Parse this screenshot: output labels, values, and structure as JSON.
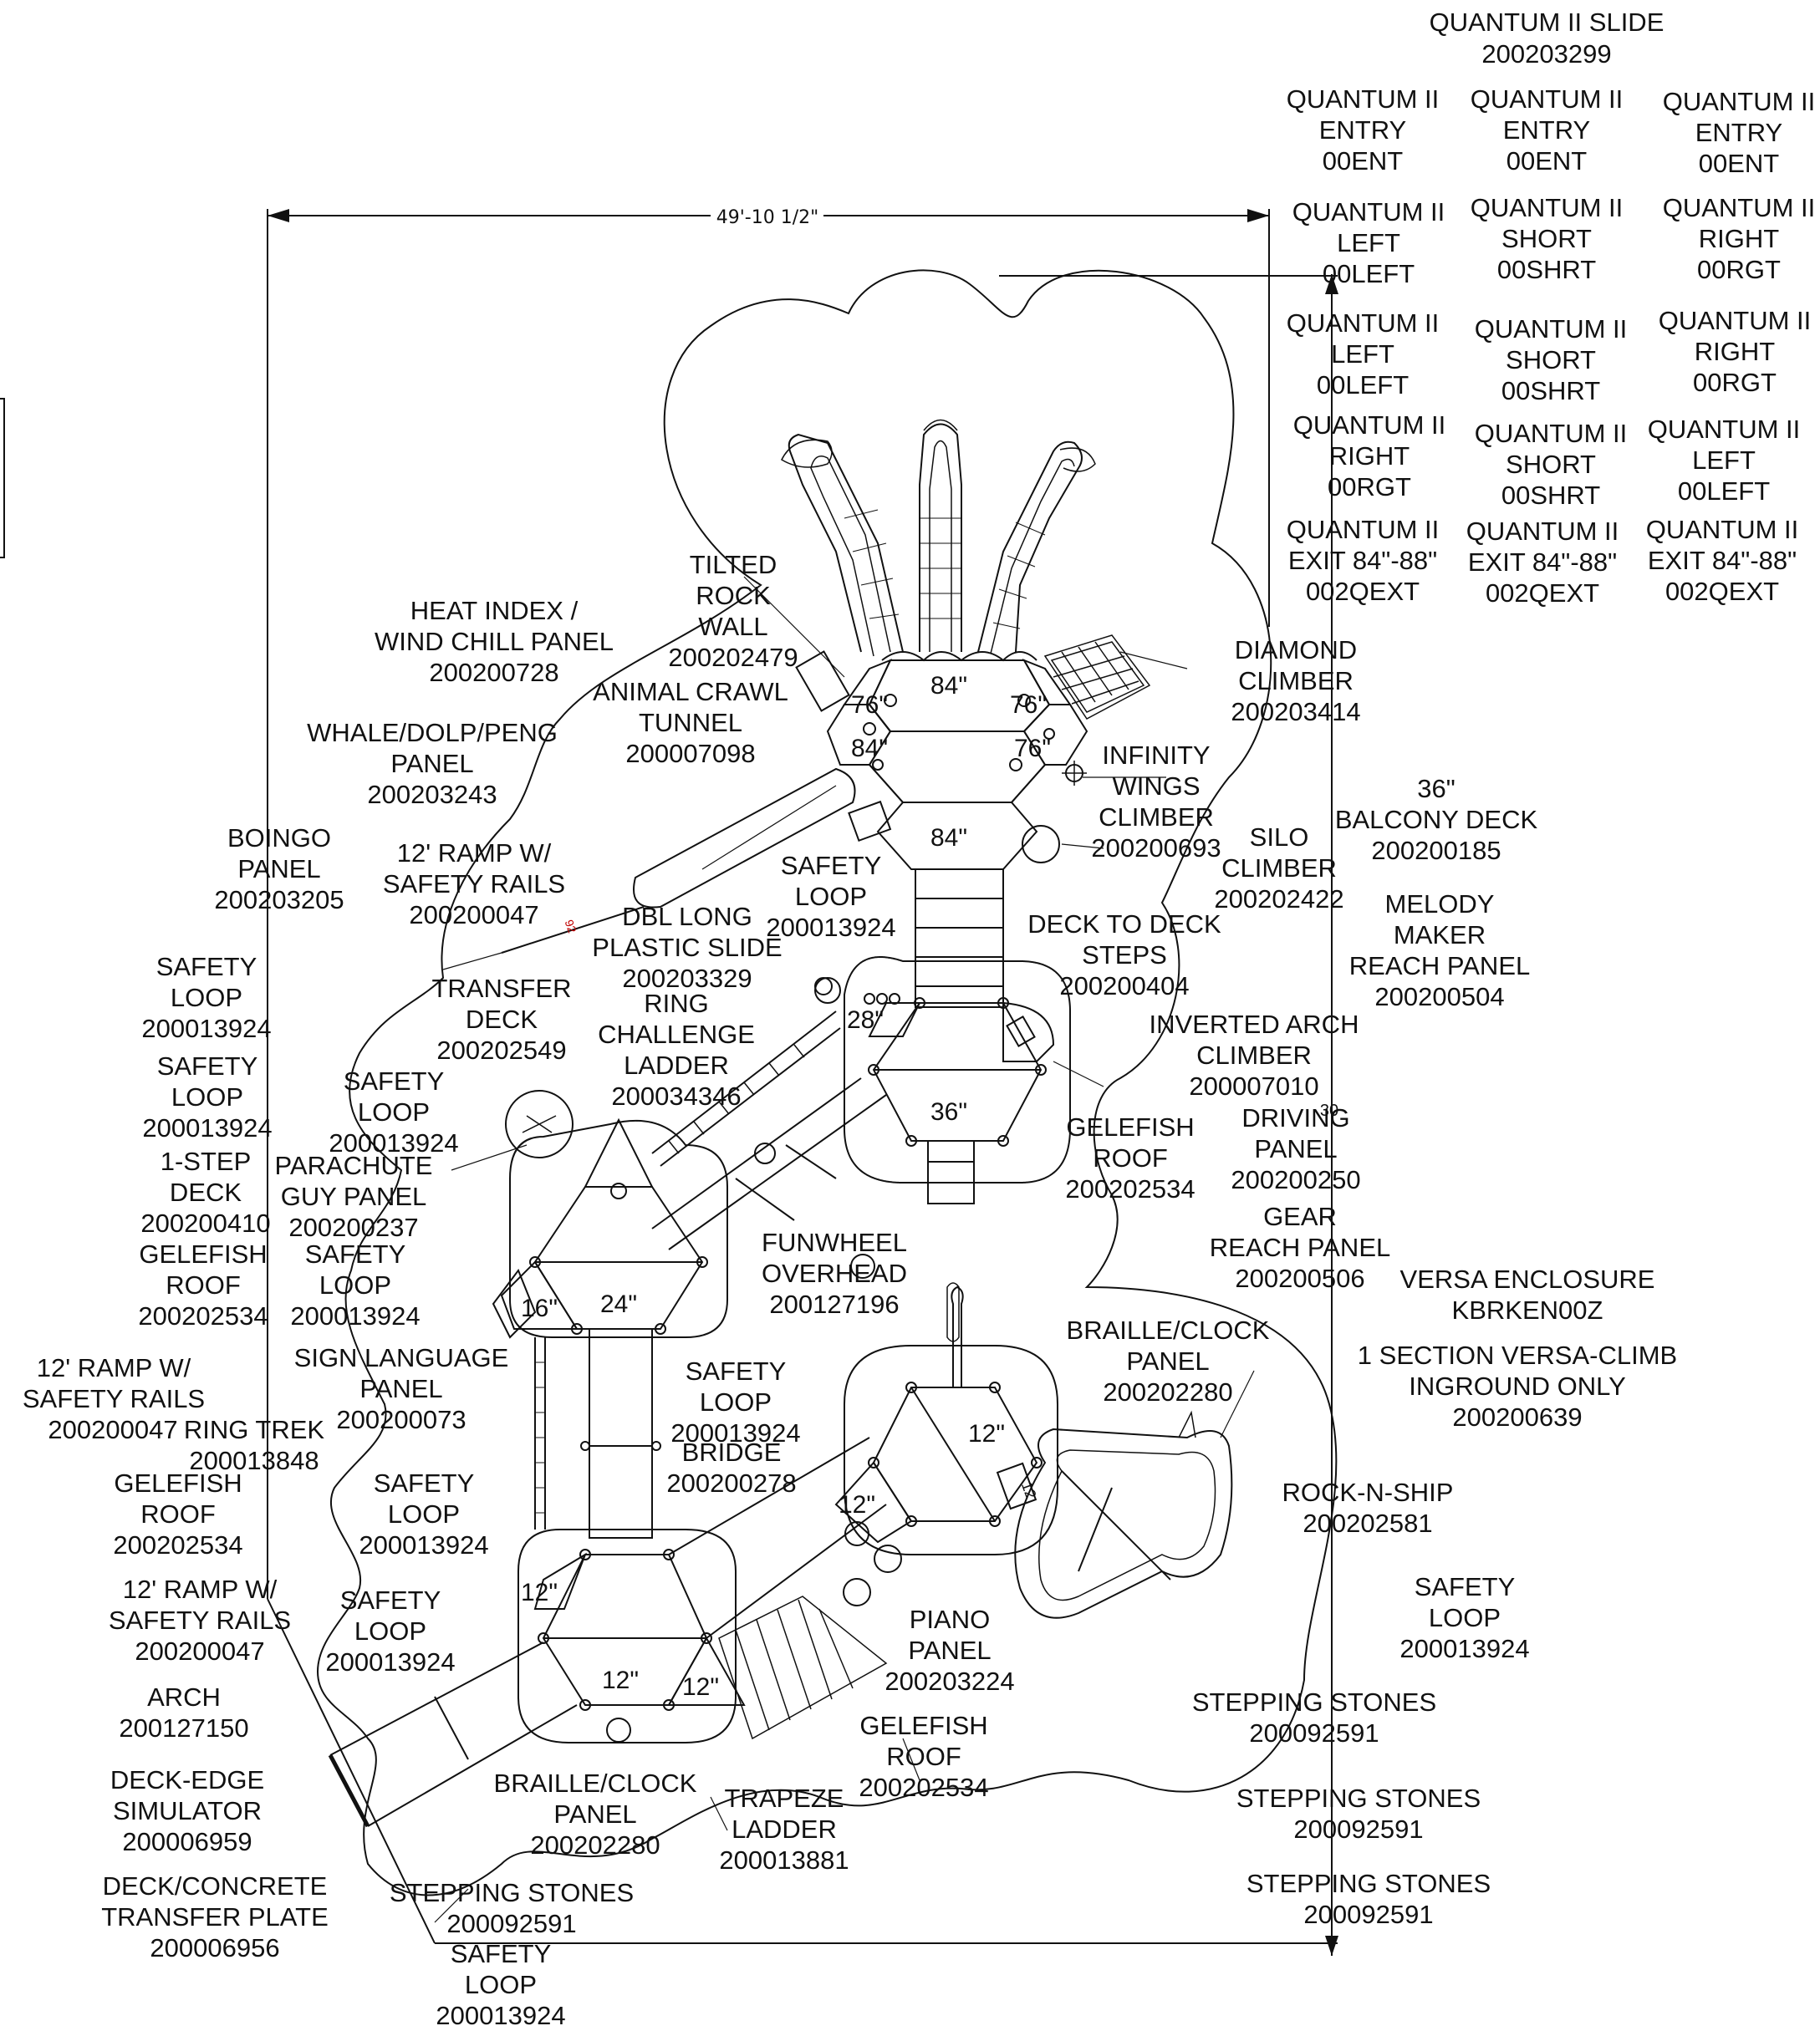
{
  "dimension": {
    "width_text": "49'-10 1/2\""
  },
  "legend": {
    "title": "QUANTUM II SLIDE",
    "code": "200203299",
    "cells": [
      [
        "QUANTUM II\nENTRY\n00ENT",
        "QUANTUM II\nENTRY\n00ENT",
        "QUANTUM II\nENTRY\n00ENT"
      ],
      [
        "QUANTUM II\nLEFT\n00LEFT",
        "QUANTUM II\nSHORT\n00SHRT",
        "QUANTUM II\nRIGHT\n00RGT"
      ],
      [
        "QUANTUM II\nLEFT\n00LEFT",
        "QUANTUM II\nSHORT\n00SHRT",
        "QUANTUM II\nRIGHT\n00RGT"
      ],
      [
        "QUANTUM II\nRIGHT\n00RGT",
        "QUANTUM II\nSHORT\n00SHRT",
        "QUANTUM II\nLEFT\n00LEFT"
      ],
      [
        "QUANTUM II\nEXIT 84\"-88\"\n002QEXT",
        "QUANTUM II\nEXIT 84\"-88\"\n002QEXT",
        "QUANTUM II\nEXIT 84\"-88\"\n002QEXT"
      ]
    ]
  },
  "decks": {
    "d84a": "84\"",
    "d76a": "76\"",
    "d76b": "76\"",
    "d84b": "84\"",
    "d76c": "76\"",
    "d84c": "84\"",
    "d28": "28\"",
    "d36": "36\"",
    "d16": "16\"",
    "d24": "24\"",
    "d12a": "12\"",
    "d12b": "12\"",
    "d12c": "12\"",
    "d12d": "12\"",
    "d12e": "12\"",
    "small12": "12",
    "small92": "92",
    "small30": "30"
  },
  "components": [
    "TILTED\nROCK\nWALL\n200202479",
    "HEAT INDEX /\nWIND CHILL PANEL\n200200728",
    "ANIMAL CRAWL\nTUNNEL\n200007098",
    "WHALE/DOLP/PENG\nPANEL\n200203243",
    "DIAMOND\nCLIMBER\n200203414",
    "INFINITY\nWINGS\nCLIMBER\n200200693",
    "36\"\nBALCONY DECK\n200200185",
    "BOINGO\nPANEL\n200203205",
    "12' RAMP W/\nSAFETY RAILS\n200200047",
    "SAFETY\nLOOP\n200013924",
    "SILO\nCLIMBER\n200202422",
    "MELODY\nMAKER\nREACH PANEL\n200200504",
    "DBL LONG\nPLASTIC SLIDE\n200203329",
    "DECK TO DECK\nSTEPS\n200200404",
    "SAFETY\nLOOP\n200013924",
    "TRANSFER\nDECK\n200202549",
    "RING\nCHALLENGE\nLADDER\n200034346",
    "INVERTED ARCH\nCLIMBER\n200007010",
    "SAFETY\nLOOP\n200013924",
    "SAFETY\nLOOP\n200013924",
    "DRIVING\nPANEL\n200200250",
    "GELEFISH\nROOF\n200202534",
    "1-STEP\nDECK\n200200410",
    "PARACHUTE\nGUY PANEL\n200200237",
    "GEAR\nREACH PANEL\n200200506",
    "FUNWHEEL\nOVERHEAD\n200127196",
    "GELEFISH\nROOF\n200202534",
    "SAFETY\nLOOP\n200013924",
    "VERSA ENCLOSURE\nKBRKEN00Z",
    "BRAILLE/CLOCK\nPANEL\n200202280",
    "1 SECTION VERSA-CLIMB\nINGROUND ONLY\n200200639",
    "SIGN LANGUAGE\nPANEL\n200200073",
    "12' RAMP W/\nSAFETY RAILS",
    "200200047",
    "RING TREK\n200013848",
    "SAFETY\nLOOP\n200013924",
    "BRIDGE\n200200278",
    "GELEFISH\nROOF\n200202534",
    "SAFETY\nLOOP\n200013924",
    "ROCK-N-SHIP\n200202581",
    "12' RAMP W/\nSAFETY RAILS\n200200047",
    "SAFETY\nLOOP\n200013924",
    "SAFETY\nLOOP\n200013924",
    "PIANO\nPANEL\n200203224",
    "ARCH\n200127150",
    "STEPPING STONES\n200092591",
    "GELEFISH\nROOF\n200202534",
    "DECK-EDGE\nSIMULATOR\n200006959",
    "STEPPING STONES\n200092591",
    "BRAILLE/CLOCK\nPANEL\n200202280",
    "TRAPEZE\nLADDER\n200013881",
    "DECK/CONCRETE\nTRANSFER PLATE\n200006956",
    "STEPPING STONES\n200092591",
    "STEPPING STONES\n200092591",
    "SAFETY\nLOOP\n200013924"
  ]
}
